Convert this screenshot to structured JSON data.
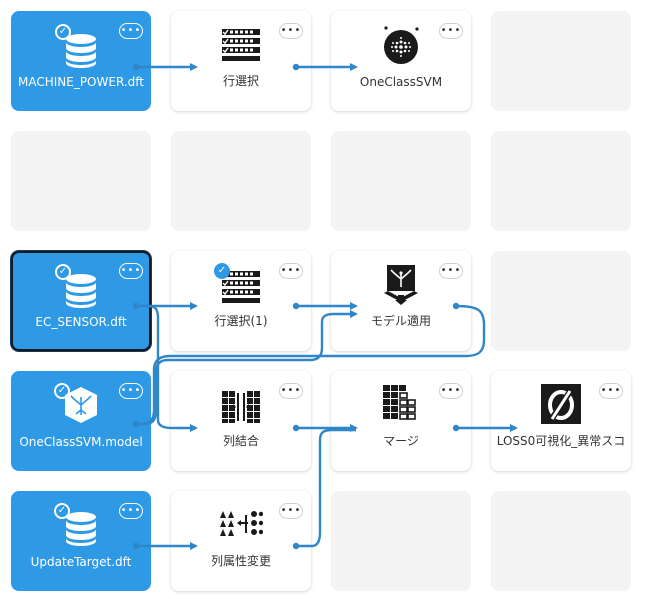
{
  "menu_label": "•••",
  "check_glyph": "✓",
  "nodes": {
    "machine_power": {
      "label": "MACHINE_POWER.dft"
    },
    "row_select": {
      "label": "行選択"
    },
    "oneclass_svm": {
      "label": "OneClassSVM"
    },
    "ec_sensor": {
      "label": "EC_SENSOR.dft"
    },
    "row_select_1": {
      "label": "行選択(1)"
    },
    "model_apply": {
      "label": "モデル適用"
    },
    "oneclass_model": {
      "label": "OneClassSVM.model"
    },
    "column_join": {
      "label": "列結合"
    },
    "merge": {
      "label": "マージ"
    },
    "loss_viz": {
      "label": "LOSS0可視化_異常スコ"
    },
    "update_target": {
      "label": "UpdateTarget.dft"
    },
    "attr_change": {
      "label": "列属性変更"
    }
  },
  "colors": {
    "data_tile": "#2e9ae6",
    "wire": "#2f86c9",
    "empty_tile": "#f4f4f4"
  }
}
